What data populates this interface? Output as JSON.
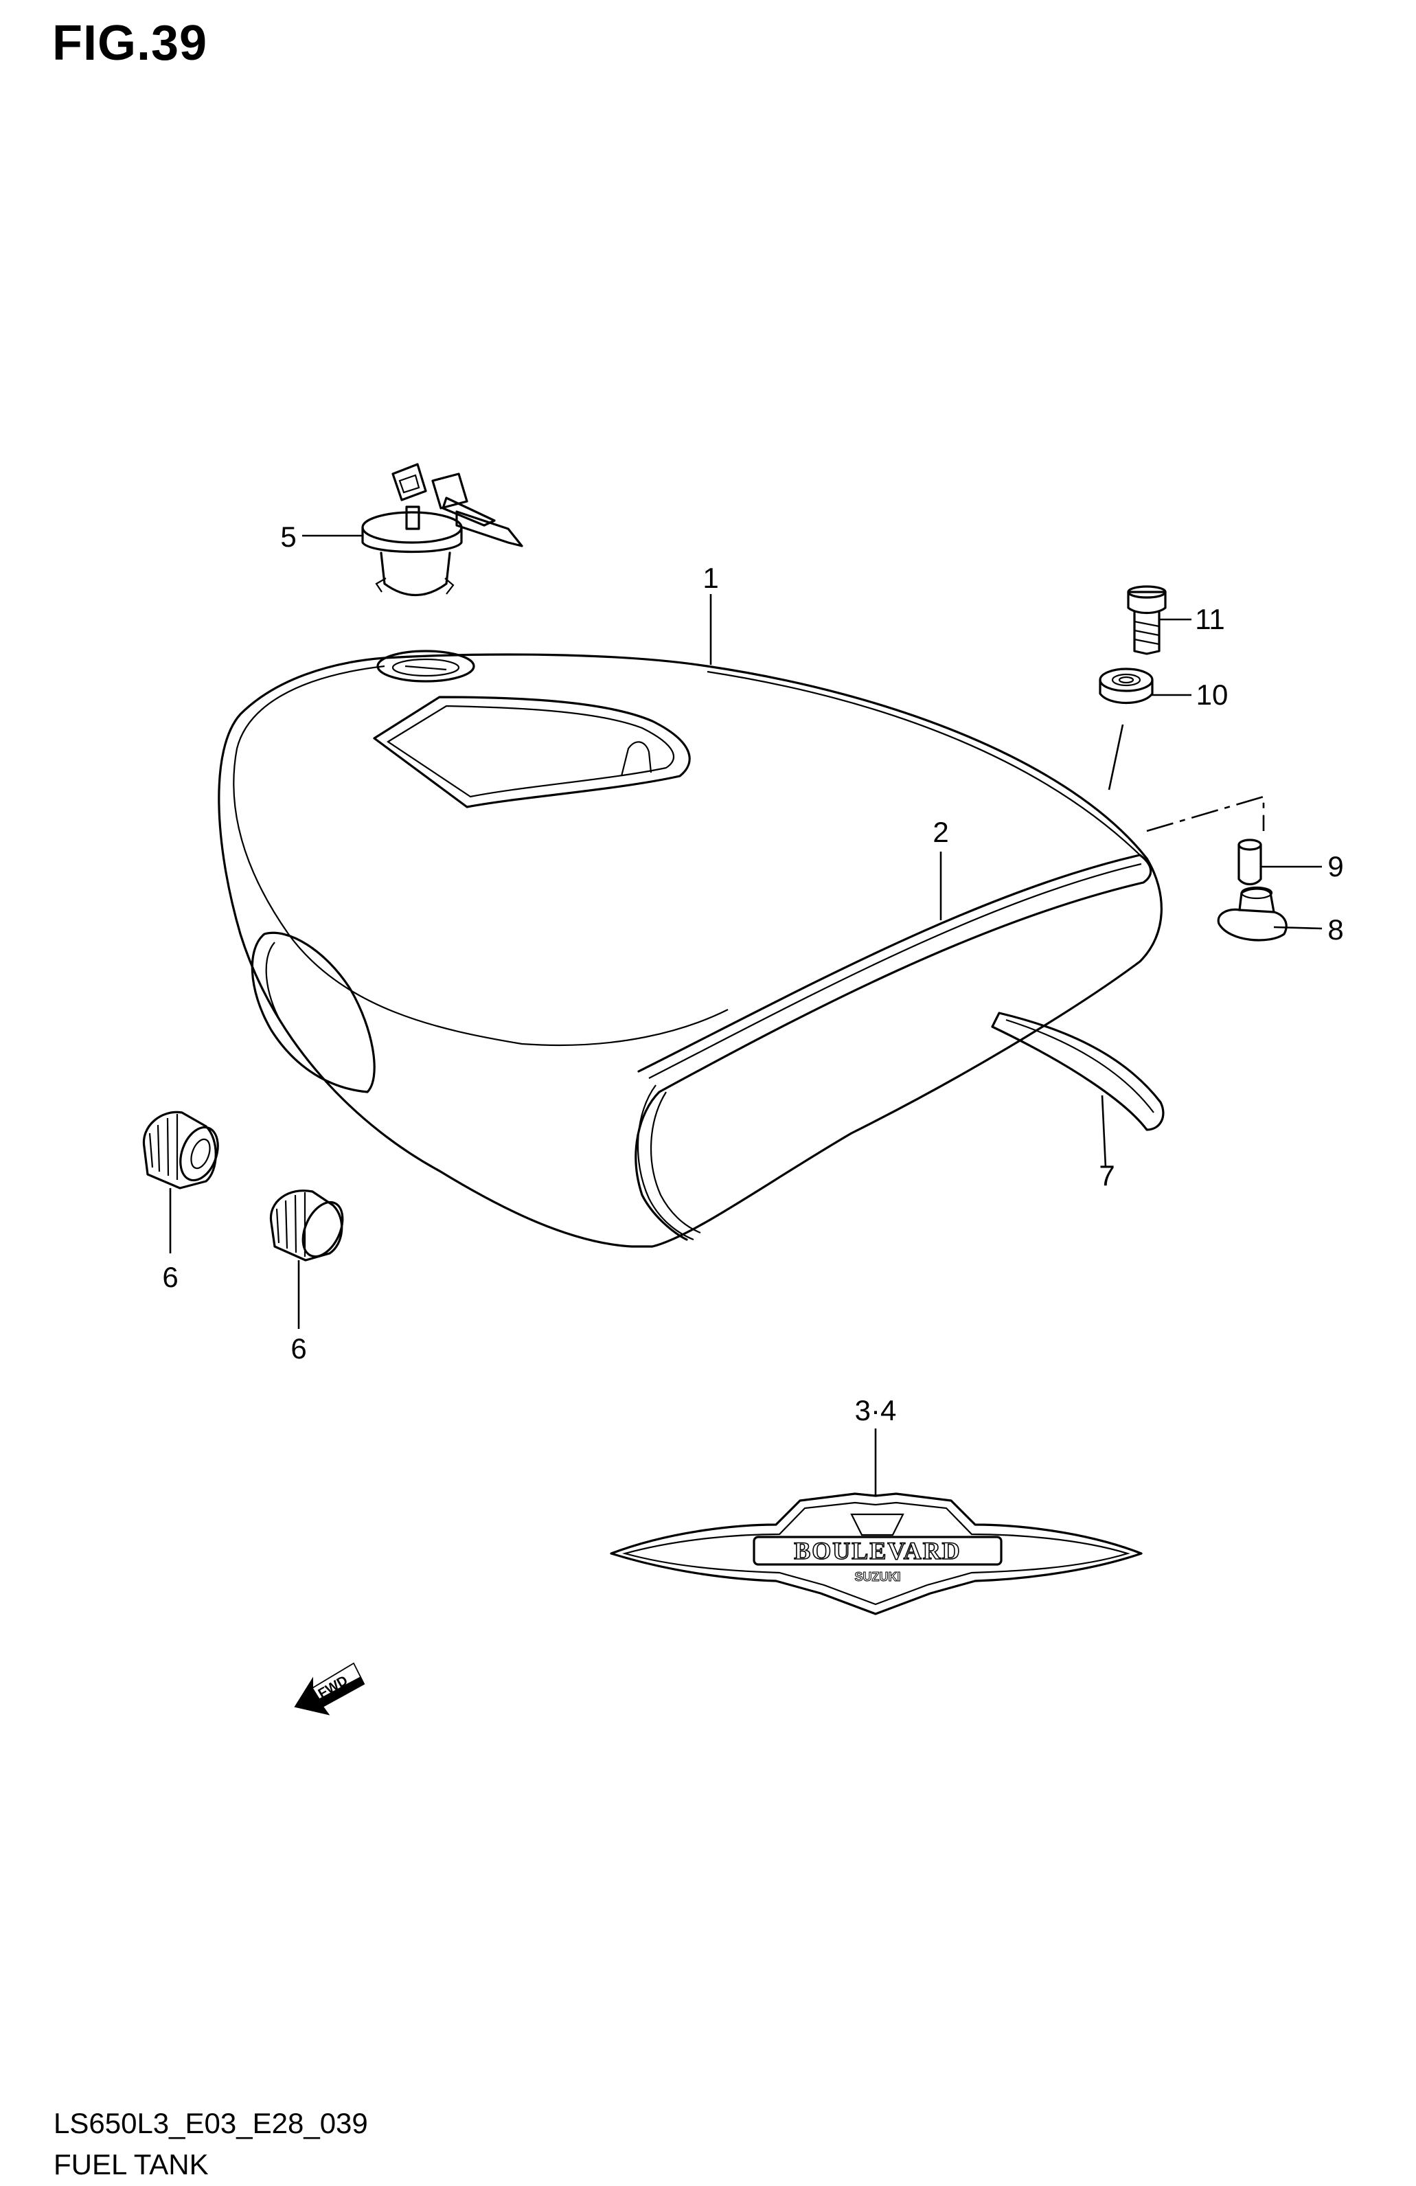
{
  "figure": {
    "title": "FIG.39",
    "code": "LS650L3_E03_E28_039",
    "name": "FUEL TANK"
  },
  "callouts": {
    "c1": "1",
    "c2": "2",
    "c34": "3·4",
    "c5": "5",
    "c6a": "6",
    "c6b": "6",
    "c7": "7",
    "c8": "8",
    "c9": "9",
    "c10": "10",
    "c11": "11"
  },
  "emblem": {
    "brand": "BOULEVARD",
    "maker": "SUZUKI"
  },
  "direction_marker": "FWD"
}
